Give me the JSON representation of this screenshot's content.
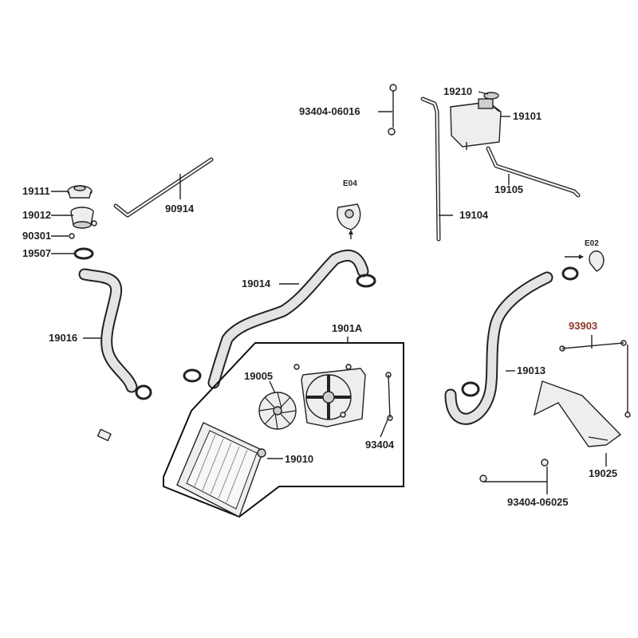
{
  "labels": {
    "p19111": "19111",
    "p19012": "19012",
    "p90301": "90301",
    "p19507": "19507",
    "p19016": "19016",
    "p90914": "90914",
    "p19014": "19014",
    "pE04": "E04",
    "p93404_06016": "93404-06016",
    "p19210": "19210",
    "p19101": "19101",
    "p19105": "19105",
    "p19104": "19104",
    "pE02": "E02",
    "p19013": "19013",
    "p93903": "93903",
    "p1901A": "1901A",
    "p19005": "19005",
    "p93404": "93404",
    "p19010": "19010",
    "p19025": "19025",
    "p93404_06025": "93404-06025"
  },
  "colors": {
    "line": "#222222",
    "part_fill": "#eeeeee",
    "label_highlight": "#8a3a2a"
  }
}
